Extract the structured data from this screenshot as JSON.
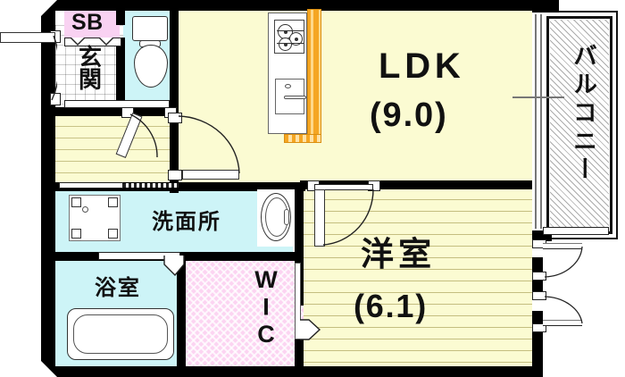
{
  "plan": {
    "title": "Apartment floor plan (madori) 1LDK",
    "background_color": "#ffffff",
    "wall_color": "#000000",
    "colors": {
      "ldk_floor": "#fbfbd2",
      "room_floor": "#fbfbd2",
      "wet_area": "#cdf4f7",
      "closet": "#fcd4f2",
      "shoe_box": "#f9d2f2",
      "balcony_hatch": "#ffffff",
      "counter_orange": "#f5a623"
    }
  },
  "rooms": {
    "ldk": {
      "name": "LDK",
      "area": "(9.0)"
    },
    "bedroom": {
      "name": "洋室",
      "area": "(6.1)"
    },
    "washroom": {
      "name": "洗面所"
    },
    "bathroom": {
      "name": "浴室"
    },
    "closet": {
      "name": "WIC"
    },
    "entrance": {
      "name": "玄関"
    },
    "shoe_box": {
      "name": "SB"
    },
    "balcony": {
      "name": "バルコニー"
    }
  },
  "fixtures": {
    "toilet": "toilet-fixture",
    "bathtub": "bathtub-fixture",
    "washing_machine": "washing-machine-pan",
    "vanity_basin": "vanity-basin",
    "kitchen_stove": "three-burner-stove",
    "kitchen_sink": "kitchen-sink",
    "kitchen_counter": "kitchen-counter"
  },
  "openings": {
    "entrance_door": "entrance-swing-door",
    "toilet_door": "toilet-swing-door",
    "ldk_door": "ldk-swing-door",
    "bedroom_door": "bedroom-swing-door",
    "washroom_door": "washroom-swing-door",
    "bathroom_door": "bathroom-folding-door",
    "closet_door": "closet-folding-door",
    "balcony_slider": "balcony-sliding-door",
    "bedroom_window_upper": "bedroom-window-upper",
    "bedroom_window_lower": "bedroom-window-lower",
    "ldk_window": "ldk-window"
  }
}
